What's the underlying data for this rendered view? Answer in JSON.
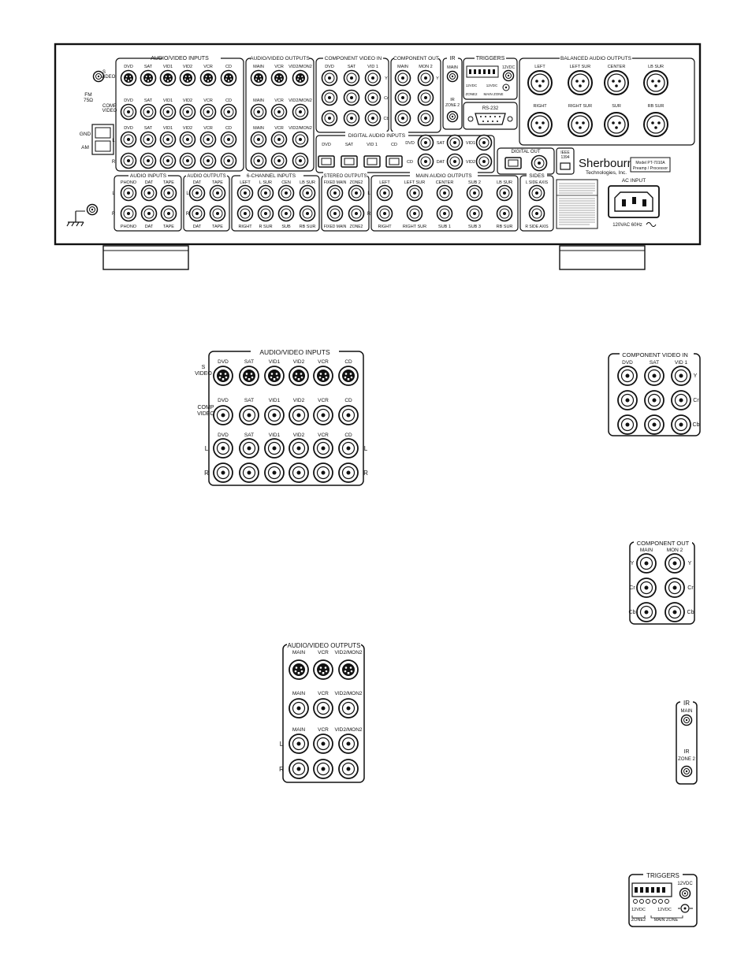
{
  "panel": {
    "brand_1": "Sherbourn",
    "brand_2": "Technologies, Inc.",
    "model_1": "Model PT-7010A",
    "model_2": "Preamp / Processor",
    "ac_title": "AC INPUT",
    "ac_rating": "120VAC 60Hz",
    "fm_1": "FM",
    "fm_2": "75Ω",
    "gnd": "GND",
    "am": "AM",
    "s_video_1": "S",
    "s_video_2": "VIDEO",
    "comp_video_1": "COMP",
    "comp_video_2": "VIDEO"
  },
  "sections": {
    "av_inputs": "AUDIO/VIDEO INPUTS",
    "av_outputs": "AUDIO/VIDEO OUTPUTS",
    "comp_in": "COMPONENT VIDEO IN",
    "comp_out": "COMPONENT OUT",
    "ir": "IR",
    "triggers": "TRIGGERS",
    "balanced": "BALANCED AUDIO OUTPUTS",
    "digital_in": "DIGITAL AUDIO INPUTS",
    "digital_out": "DIGITAL OUT",
    "rs232": "RS-232",
    "ieee_1": "IEEE",
    "ieee_2": "1394",
    "audio_inputs": "AUDIO INPUTS",
    "audio_outputs": "AUDIO OUTPUTS",
    "six_ch": "6-CHANNEL INPUTS",
    "stereo_out": "STEREO OUTPUTS",
    "main_audio_out": "MAIN AUDIO OUTPUTS",
    "sides": "SIDES"
  },
  "labels": {
    "av_in_cols": [
      "DVD",
      "SAT",
      "VID1",
      "VID2",
      "VCR",
      "CD"
    ],
    "av_out_cols": [
      "MAIN",
      "VCR",
      "VID2/MON2"
    ],
    "comp_in_cols": [
      "DVD",
      "SAT",
      "VID 1"
    ],
    "comp_out_cols": [
      "MAIN",
      "MON 2"
    ],
    "y": "Y",
    "cr": "Cr",
    "cb": "Cb",
    "l": "L",
    "r": "R",
    "ir_main": "MAIN",
    "ir_zone2_1": "IR",
    "ir_zone2_2": "ZONE 2",
    "trig_12vdc": "12VDC",
    "trig_zone2": "ZONE2",
    "trig_mainzone": "MAIN ZONE",
    "bal_top": [
      "LEFT",
      "LEFT SUR",
      "CENTER",
      "LB SUR"
    ],
    "bal_bottom": [
      "RIGHT",
      "RIGHT SUR",
      "SUR",
      "RB SUR"
    ],
    "dig_opt": [
      "DVD",
      "SAT",
      "VID 1",
      "CD"
    ],
    "dig_coax_left": [
      "DVD",
      "CD"
    ],
    "dig_coax_mid": [
      "SAT",
      "DAT"
    ],
    "dig_coax_right": [
      "VID1",
      "VID2"
    ],
    "ain_top": [
      "PHONO",
      "DAT",
      "TAPE"
    ],
    "ain_bottom": [
      "PHONO",
      "DAT",
      "TAPE"
    ],
    "aout_top": [
      "DAT",
      "TAPE"
    ],
    "aout_bottom": [
      "DAT",
      "TAPE"
    ],
    "six_top": [
      "LEFT",
      "L SUR",
      "CEN",
      "LB SUR"
    ],
    "six_bottom": [
      "RIGHT",
      "R SUR",
      "SUB",
      "RB SUR"
    ],
    "stereo_top": [
      "FIXED MAIN",
      "ZONE2"
    ],
    "stereo_bottom": [
      "FIXED MAIN",
      "ZONE2"
    ],
    "main_top": [
      "LEFT",
      "LEFT SUR",
      "CENTER",
      "SUB 2",
      "LB SUR"
    ],
    "main_bottom": [
      "RIGHT",
      "RIGHT SUR",
      "SUB 1",
      "SUB 3",
      "RB SUR"
    ],
    "sides_top": "L SIDE AXIS",
    "sides_bottom": "R SIDE AXIS"
  }
}
